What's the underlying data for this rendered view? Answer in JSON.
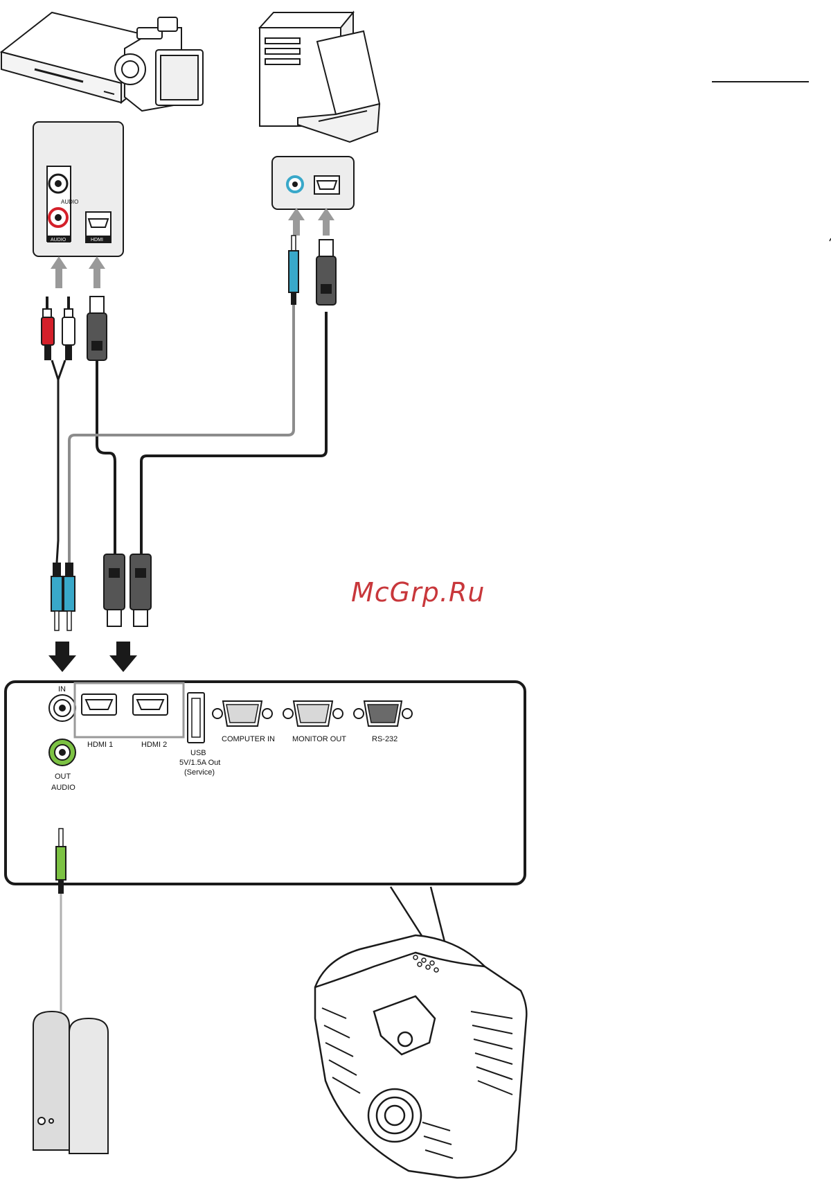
{
  "colors": {
    "outline": "#1a1a1a",
    "arrow_gray": "#9a9a9a",
    "cable_gray": "#8c8c8c",
    "audio_blue": "#39a8c9",
    "audio_green": "#7cc243",
    "rca_red": "#d4202a",
    "plug_dark": "#555555",
    "watermark": "#c8373b"
  },
  "source_device": {
    "audio_label": "AUDIO",
    "audio_small": "AUDIO",
    "hdmi_label": "HDMI"
  },
  "projector_panel": {
    "audio_in_label": "IN",
    "audio_out_label": "OUT",
    "audio_label": "AUDIO",
    "hdmi1_label": "HDMI 1",
    "hdmi2_label": "HDMI 2",
    "usb_label_1": "USB",
    "usb_label_2": "5V/1.5A Out",
    "usb_label_3": "(Service)",
    "computer_in_label": "COMPUTER IN",
    "monitor_out_label": "MONITOR OUT",
    "rs232_label": "RS-232"
  },
  "watermark": "McGrp.Ru",
  "icons": [
    "dvd-player-icon",
    "camcorder-icon",
    "desktop-tower-icon",
    "laptop-icon",
    "speakers-icon",
    "projector-icon"
  ]
}
